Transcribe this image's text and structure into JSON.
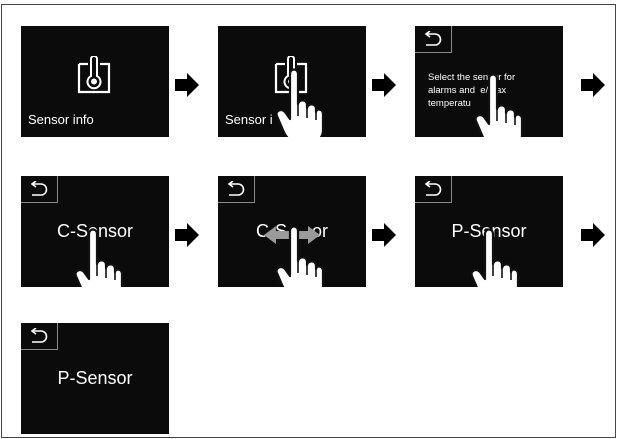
{
  "screens": [
    {
      "id": "s1",
      "label": "Sensor info"
    },
    {
      "id": "s2",
      "label": "Sensor i"
    },
    {
      "id": "s3",
      "label": "Select the sensor for\nalarms and  e/max\ntemperatu"
    },
    {
      "id": "s4",
      "label": "C-Sensor"
    },
    {
      "id": "s5",
      "label": "C-S     or"
    },
    {
      "id": "s6",
      "label": "P-Sensor"
    },
    {
      "id": "s7",
      "label": "P-Sensor"
    }
  ],
  "icons": {
    "thermometer": "thermometer-icon",
    "back": "back-icon",
    "hand": "hand-pointer-icon",
    "arrow": "right-arrow-icon",
    "swipe": "swipe-arrows-icon"
  },
  "colors": {
    "screen_bg": "#0b0b0b",
    "text": "#ffffff",
    "hand_fill": "#ffffff",
    "hand_stroke": "#111111",
    "swipe_arrows": "#9a9a9a",
    "arrow": "#000000"
  }
}
